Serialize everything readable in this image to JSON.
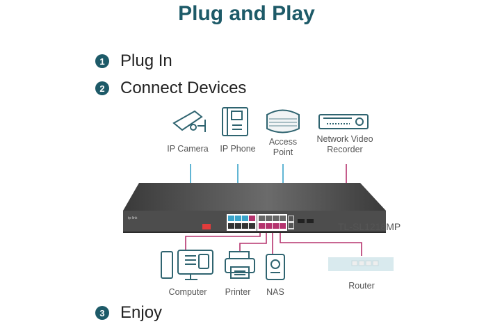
{
  "title": "Plug and Play",
  "steps": [
    {
      "number": "1",
      "label": "Plug In"
    },
    {
      "number": "2",
      "label": "Connect Devices"
    },
    {
      "number": "3",
      "label": "Enjoy"
    }
  ],
  "top_devices": [
    {
      "label": "IP Camera",
      "icon": "ip-camera-icon",
      "link": "poe"
    },
    {
      "label": "IP Phone",
      "icon": "ip-phone-icon",
      "link": "poe"
    },
    {
      "label": "Access\nPoint",
      "icon": "access-point-icon",
      "link": "poe"
    },
    {
      "label": "Network Video\nRecorder",
      "icon": "nvr-icon",
      "link": "data"
    }
  ],
  "bottom_devices": [
    {
      "label": "Computer",
      "icon": "computer-icon",
      "link": "data"
    },
    {
      "label": "Printer",
      "icon": "printer-icon",
      "link": "data"
    },
    {
      "label": "NAS",
      "icon": "nas-icon",
      "link": "data"
    },
    {
      "label": "Router",
      "icon": "router-icon",
      "link": "data"
    }
  ],
  "switch": {
    "model": "TL-SL1218MP"
  },
  "colors": {
    "brand": "#1d5a68",
    "poe_line": "#3aa3c9",
    "data_line": "#b5336e",
    "switch_body": "#4a4a4a",
    "icon_stroke": "#2f6470"
  }
}
